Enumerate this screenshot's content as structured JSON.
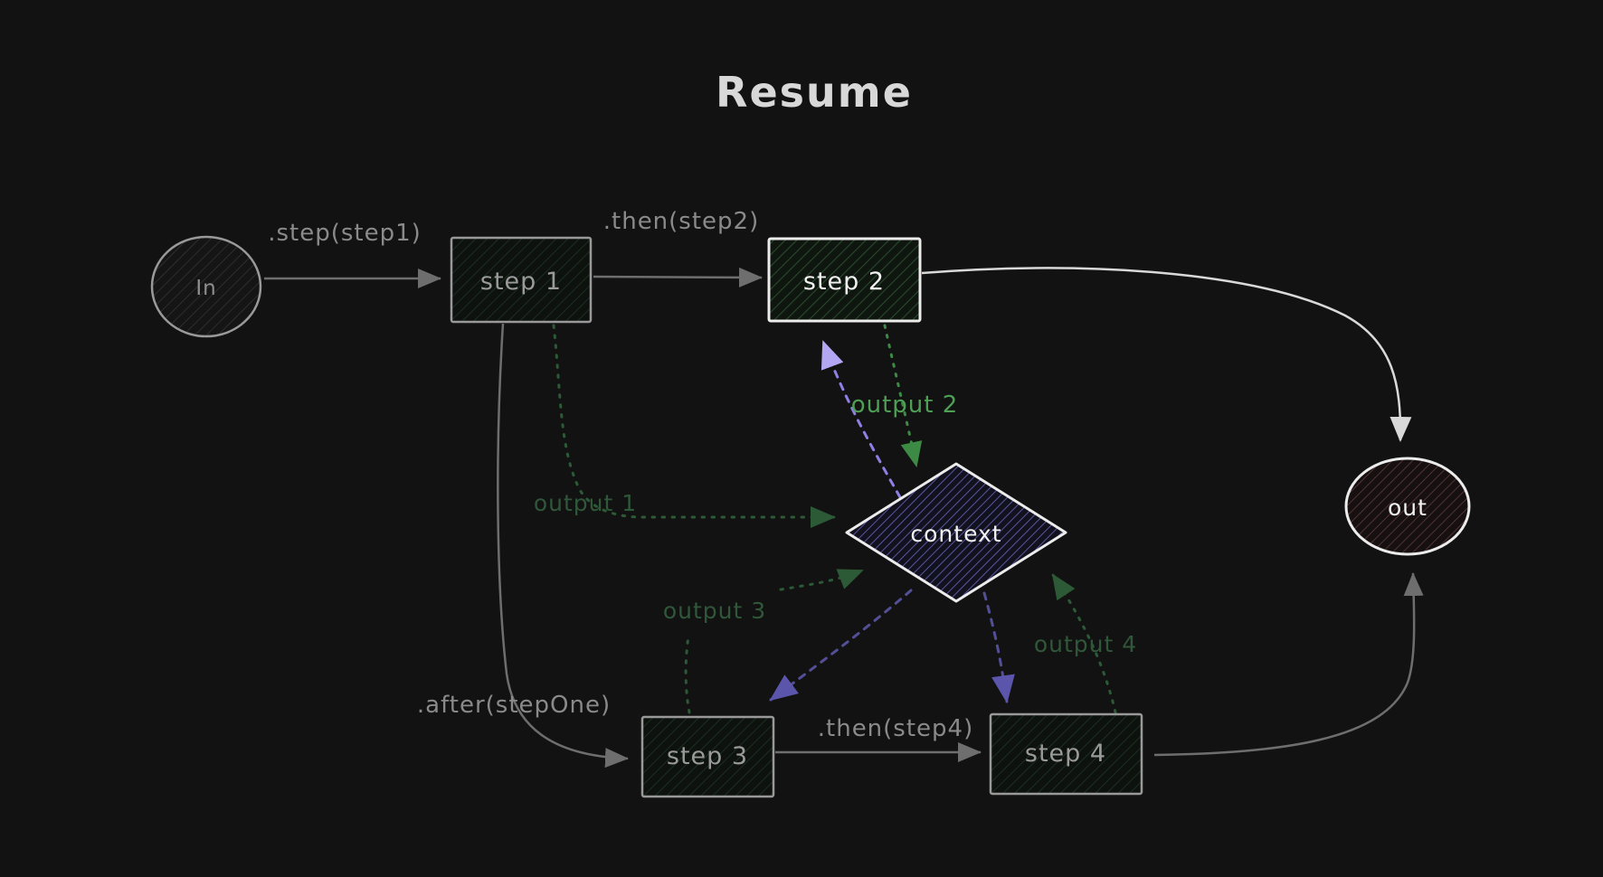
{
  "title": "Resume",
  "canvas": {
    "background_color": "#121212"
  },
  "colors": {
    "gray_stroke": "#999999",
    "gray_arrow": "#6e6e6e",
    "gray_label": "#8a8a8a",
    "white_stroke": "#ececec",
    "white_text": "#f2f2f2",
    "green_bright": "#4f9e55",
    "green_dim": "#30573a",
    "purple_bright": "#b3a6f2",
    "purple_dim": "#5b55ab",
    "hatch_green": "#274a2c",
    "hatch_purple": "#605da8",
    "hatch_maroon": "#503434"
  },
  "nodes": {
    "in": {
      "label": "In",
      "shape": "ellipse",
      "stroke": "#999999",
      "hatch": "#2d2d2d"
    },
    "step1": {
      "label": "step 1",
      "shape": "rectangle",
      "stroke": "#999999",
      "hatch": "#1b2f20"
    },
    "step2": {
      "label": "step 2",
      "shape": "rectangle",
      "stroke": "#ececec",
      "hatch": "#274a2c"
    },
    "step3": {
      "label": "step 3",
      "shape": "rectangle",
      "stroke": "#999999",
      "hatch": "#1b2f20"
    },
    "step4": {
      "label": "step 4",
      "shape": "rectangle",
      "stroke": "#999999",
      "hatch": "#1b2f20"
    },
    "context": {
      "label": "context",
      "shape": "diamond",
      "stroke": "#ececec",
      "hatch": "#605da8"
    },
    "out": {
      "label": "out",
      "shape": "ellipse",
      "stroke": "#ececec",
      "hatch": "#503434"
    }
  },
  "edges": {
    "step_step1": {
      "label": ".step(step1)",
      "from": "in",
      "to": "step1",
      "style": "solid",
      "color": "#6e6e6e"
    },
    "then_step2": {
      "label": ".then(step2)",
      "from": "step1",
      "to": "step2",
      "style": "solid",
      "color": "#6e6e6e"
    },
    "step2_out": {
      "from": "step2",
      "to": "out",
      "style": "solid",
      "color": "#d9d9d9"
    },
    "after_stepone": {
      "label": ".after(stepOne)",
      "from": "step1",
      "to": "step3",
      "style": "solid",
      "color": "#6e6e6e"
    },
    "then_step4": {
      "label": ".then(step4)",
      "from": "step3",
      "to": "step4",
      "style": "solid",
      "color": "#6e6e6e"
    },
    "step4_out": {
      "from": "step4",
      "to": "out",
      "style": "solid",
      "color": "#6e6e6e"
    },
    "output1": {
      "label": "output 1",
      "from": "step1",
      "to": "context",
      "style": "dotted",
      "color": "#30573a"
    },
    "output2": {
      "label": "output 2",
      "from": "step2",
      "to": "context",
      "style": "dotted",
      "color": "#4f9e55"
    },
    "output3": {
      "label": "output 3",
      "from": "step3",
      "to": "context",
      "style": "dotted",
      "color": "#30573a"
    },
    "output4": {
      "label": "output 4",
      "from": "step4",
      "to": "context",
      "style": "dotted",
      "color": "#30573a"
    },
    "context_to_step2": {
      "from": "context",
      "to": "step2",
      "style": "dashed",
      "color": "#b3a6f2"
    },
    "context_to_step3": {
      "from": "context",
      "to": "step3",
      "style": "dashed",
      "color": "#5b55ab"
    },
    "context_to_step4": {
      "from": "context",
      "to": "step4",
      "style": "dashed",
      "color": "#5b55ab"
    }
  }
}
